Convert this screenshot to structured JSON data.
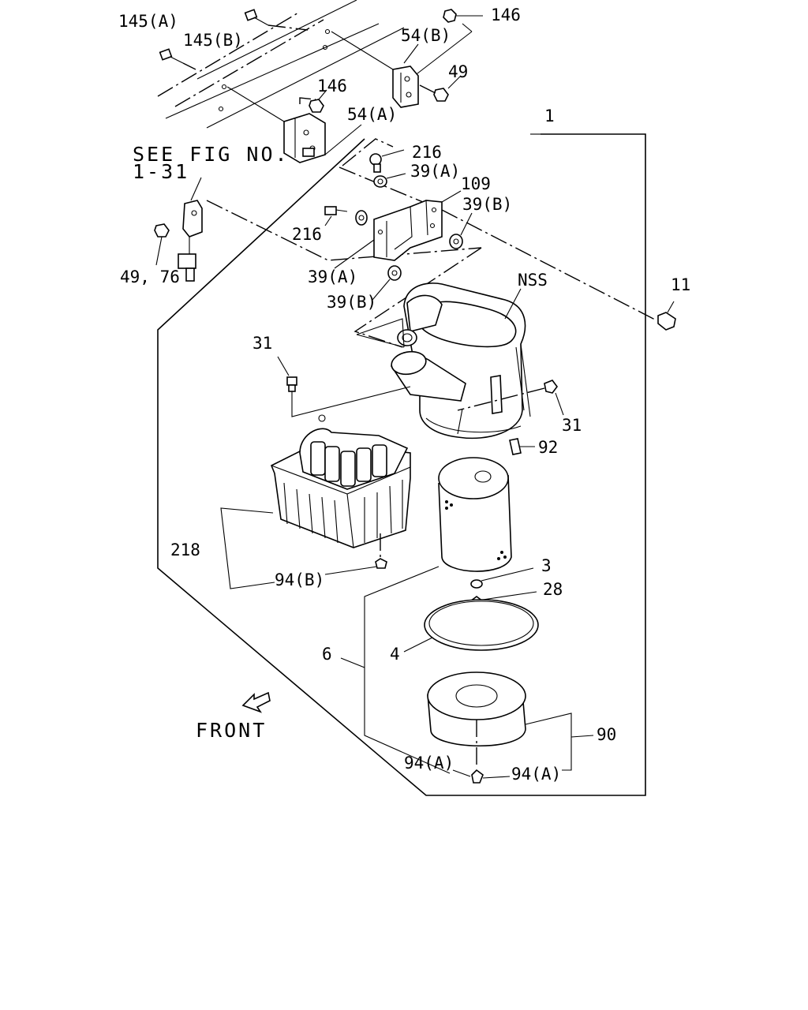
{
  "labels": {
    "l145a": "145(A)",
    "l145b": "145(B)",
    "l146_top": "146",
    "l54b": "54(B)",
    "l49": "49",
    "l146_mid": "146",
    "l54a": "54(A)",
    "l1": "1",
    "see_fig": "SEE FIG NO.",
    "see_fig_no": "1-31",
    "l216_top": "216",
    "l39a_top": "39(A)",
    "l109": "109",
    "l39b_right": "39(B)",
    "l216_left": "216",
    "l4976": "49, 76",
    "l39a_left": "39(A)",
    "l39b_low": "39(B)",
    "lnss": "NSS",
    "l11": "11",
    "l31_left": "31",
    "l31_right": "31",
    "l92": "92",
    "l218": "218",
    "l94b": "94(B)",
    "l3": "3",
    "l28": "28",
    "l6": "6",
    "l4": "4",
    "l90": "90",
    "l94a_left": "94(A)",
    "l94a_right": "94(A)",
    "front": "FRONT"
  },
  "colors": {
    "ink": "#000000",
    "paper": "#ffffff"
  },
  "icons": {
    "front_arrow": "front-direction-arrow"
  }
}
